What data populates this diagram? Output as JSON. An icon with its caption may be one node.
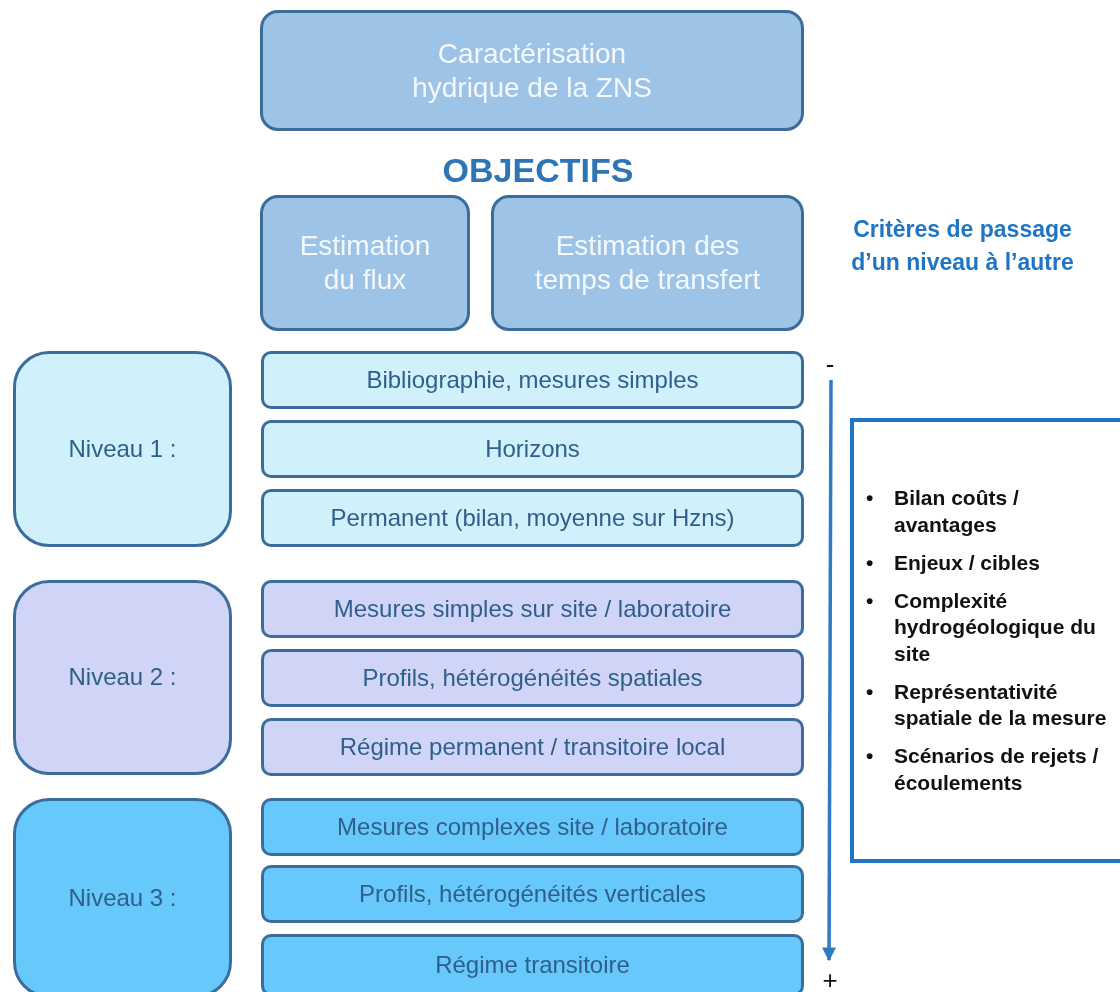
{
  "diagram": {
    "nodes": [
      {
        "text": [
          "Caractérisation hydrique de la ZNS"
        ]
      },
      {
        "text": [
          "Estimation du flux"
        ]
      },
      {
        "text": [
          "Estimation des temps de transfert"
        ]
      },
      {
        "text": [
          "Niveau 1 :"
        ]
      },
      {
        "text": [
          "Bibliographie, mesures simples"
        ]
      },
      {
        "text": [
          "Horizons"
        ]
      },
      {
        "text": [
          "Permanent (bilan, moyenne sur Hzns)"
        ]
      },
      {
        "text": [
          "Niveau 2 :"
        ]
      },
      {
        "text": [
          "Mesures simples sur site / laboratoire"
        ]
      },
      {
        "text": [
          "Profils, hétérogénéités spatiales"
        ]
      },
      {
        "text": [
          "Régime permanent / transitoire local"
        ]
      },
      {
        "text": [
          "Niveau 3 :"
        ]
      },
      {
        "text": [
          "Mesures complexes site / laboratoire"
        ]
      },
      {
        "text": [
          "Profils, hétérogénéités verticales"
        ]
      },
      {
        "text": [
          "Régime transitoire"
        ]
      },
      {
        "text": [
          "•",
          "Bilan coûts / avantages",
          "•",
          "Enjeux / cibles",
          "•",
          "Complexité hydrogéologique du site",
          "•",
          "Représentativité spatiale de la mesure",
          "•",
          "Scénarios de rejets / écoulements"
        ]
      }
    ],
    "edges": [],
    "labels": [
      "OBJECTIFS",
      "Critères de passage  d’un niveau à l’autre",
      "-",
      "+"
    ]
  }
}
